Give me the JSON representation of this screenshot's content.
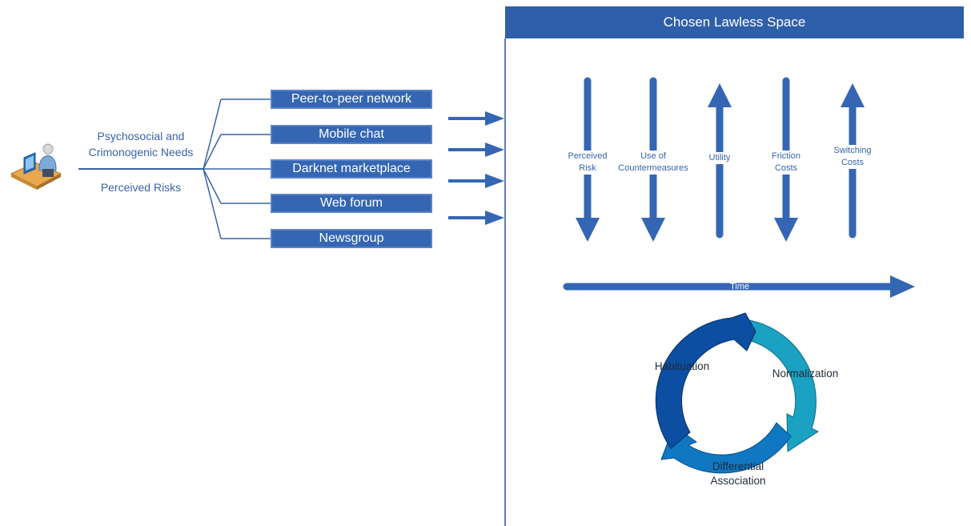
{
  "panel": {
    "title": "Chosen Lawless Space"
  },
  "needs": {
    "line1": "Psychosocial and",
    "line2": "Crimonogenic Needs",
    "risks": "Perceived Risks"
  },
  "platforms": [
    {
      "label": "Peer-to-peer network"
    },
    {
      "label": "Mobile chat"
    },
    {
      "label": "Darknet marketplace"
    },
    {
      "label": "Web forum"
    },
    {
      "label": "Newsgroup"
    }
  ],
  "factors": [
    {
      "line1": "Perceived",
      "line2": "Risk",
      "direction": "down"
    },
    {
      "line1": "Use of",
      "line2": "Countermeasures",
      "direction": "down"
    },
    {
      "line1": "Utility",
      "line2": "",
      "direction": "up"
    },
    {
      "line1": "Friction",
      "line2": "Costs",
      "direction": "down"
    },
    {
      "line1": "Switching",
      "line2": "Costs",
      "direction": "up"
    }
  ],
  "time": {
    "label": "Time"
  },
  "cycle": {
    "habituation": "Habituation",
    "normalization": "Normalization",
    "differential_line1": "Differential",
    "differential_line2": "Association"
  },
  "colors": {
    "accent": "#3466b3",
    "arrow": "#3466b3",
    "header": "#2e5fa8",
    "cycle_dark": "#0c4ea2",
    "cycle_teal": "#1ba1c2",
    "cycle_mid": "#1077c2"
  }
}
